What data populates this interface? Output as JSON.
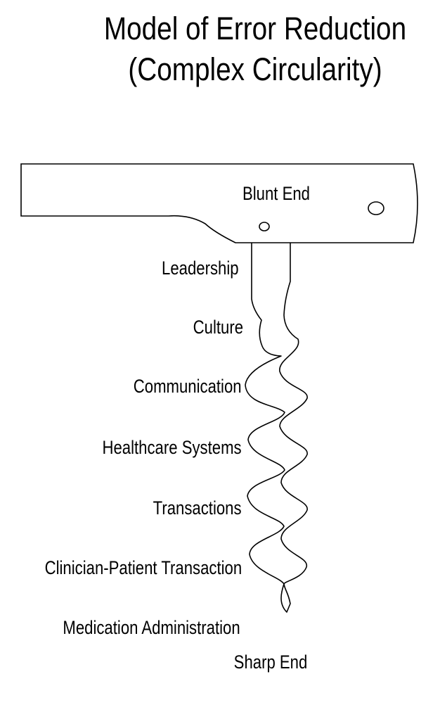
{
  "title": {
    "line1": "Model of Error Reduction",
    "line2": "(Complex Circularity)"
  },
  "handle_label": "Blunt End",
  "levels": [
    "Leadership",
    "Culture",
    "Communication",
    "Healthcare Systems",
    "Transactions",
    "Clinician-Patient Transaction",
    "Medication Administration"
  ],
  "tip_label": "Sharp End",
  "colors": {
    "line": "#000000",
    "text": "#000000",
    "background": "#ffffff"
  }
}
